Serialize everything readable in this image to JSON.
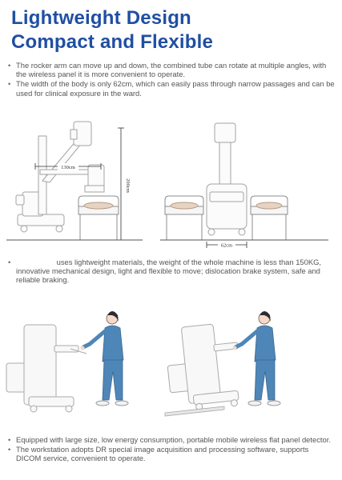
{
  "header": {
    "title_line1": "Lightweight Design",
    "title_line2": "Compact and Flexible"
  },
  "section1": {
    "bullets": [
      "The rocker arm can move up and down, the combined tube can rotate at multiple angles, with the wireless panel it is more convenient to operate.",
      "The width of the body is only 62cm, which can easily pass through narrow passages and can be used for clinical exposure in the ward."
    ]
  },
  "diagram": {
    "arm_reach_label": "130cm",
    "height_label": "200cm",
    "width_label": "62cm"
  },
  "section2": {
    "bullet": "uses lightweight materials, the weight of the whole machine is less than 150KG, innovative mechanical design, light and flexible to move; dislocation brake system, safe and reliable braking."
  },
  "section3": {
    "bullets": [
      "Equipped with large size, low energy consumption, portable mobile wireless flat panel detector.",
      "The workstation adopts DR special image acquisition and processing software, supports DICOM service, convenient to operate."
    ]
  },
  "colors": {
    "title": "#1f4fa3",
    "scrubs": "#4f86b8",
    "line_art": "#9a9a9a"
  }
}
